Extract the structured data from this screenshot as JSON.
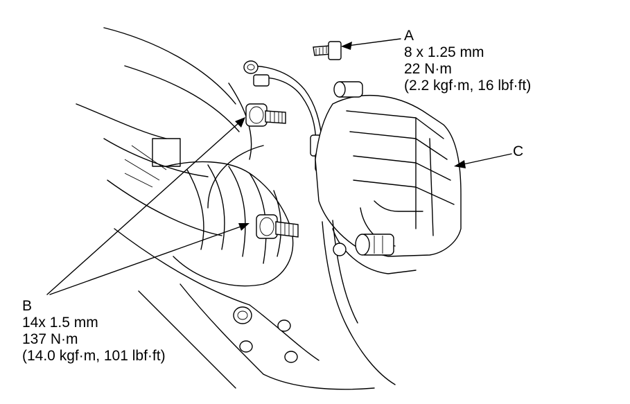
{
  "callouts": {
    "a": {
      "letter": "A",
      "size": "8 x 1.25 mm",
      "torque": "22 N·m",
      "torque_alt": "(2.2 kgf·m, 16 lbf·ft)"
    },
    "b": {
      "letter": "B",
      "size": "14x 1.5 mm",
      "torque": "137 N·m",
      "torque_alt": "(14.0 kgf·m, 101 lbf·ft)"
    },
    "c": {
      "letter": "C"
    }
  }
}
